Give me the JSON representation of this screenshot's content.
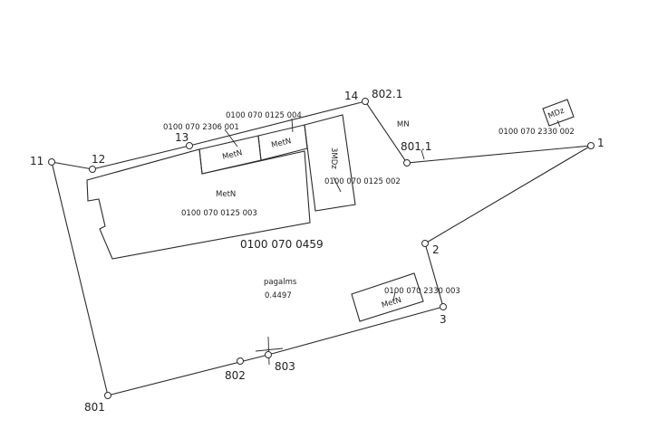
{
  "parcel": {
    "cadastral_number": "0100 070 0459",
    "area_label": "pagalms",
    "area_value": "0.4497"
  },
  "points": [
    {
      "id": "p11",
      "label": "11"
    },
    {
      "id": "p12",
      "label": "12"
    },
    {
      "id": "p13",
      "label": "13"
    },
    {
      "id": "p14",
      "label": "14"
    },
    {
      "id": "p8021",
      "label": "802.1"
    },
    {
      "id": "p8011",
      "label": "801.1"
    },
    {
      "id": "p1",
      "label": "1"
    },
    {
      "id": "p2",
      "label": "2"
    },
    {
      "id": "p3",
      "label": "3"
    },
    {
      "id": "p802",
      "label": "802"
    },
    {
      "id": "p803",
      "label": "803"
    },
    {
      "id": "p801",
      "label": "801"
    }
  ],
  "buildings": {
    "main": {
      "number": "0100 070 0125 003",
      "type": "MetN"
    },
    "small_a": {
      "number": "0100 070 2306 001",
      "type": "MetN"
    },
    "small_b": {
      "number": "0100 070 0125 004",
      "type": "MetN"
    },
    "vertical": {
      "number": "0100 070 0125 002",
      "type": "3MDz"
    },
    "south": {
      "number": "0100 070 2330 003",
      "type": "MetN"
    },
    "east": {
      "number": "0100 070 2330 002",
      "type": "MDz"
    }
  },
  "strip_label": "MN"
}
